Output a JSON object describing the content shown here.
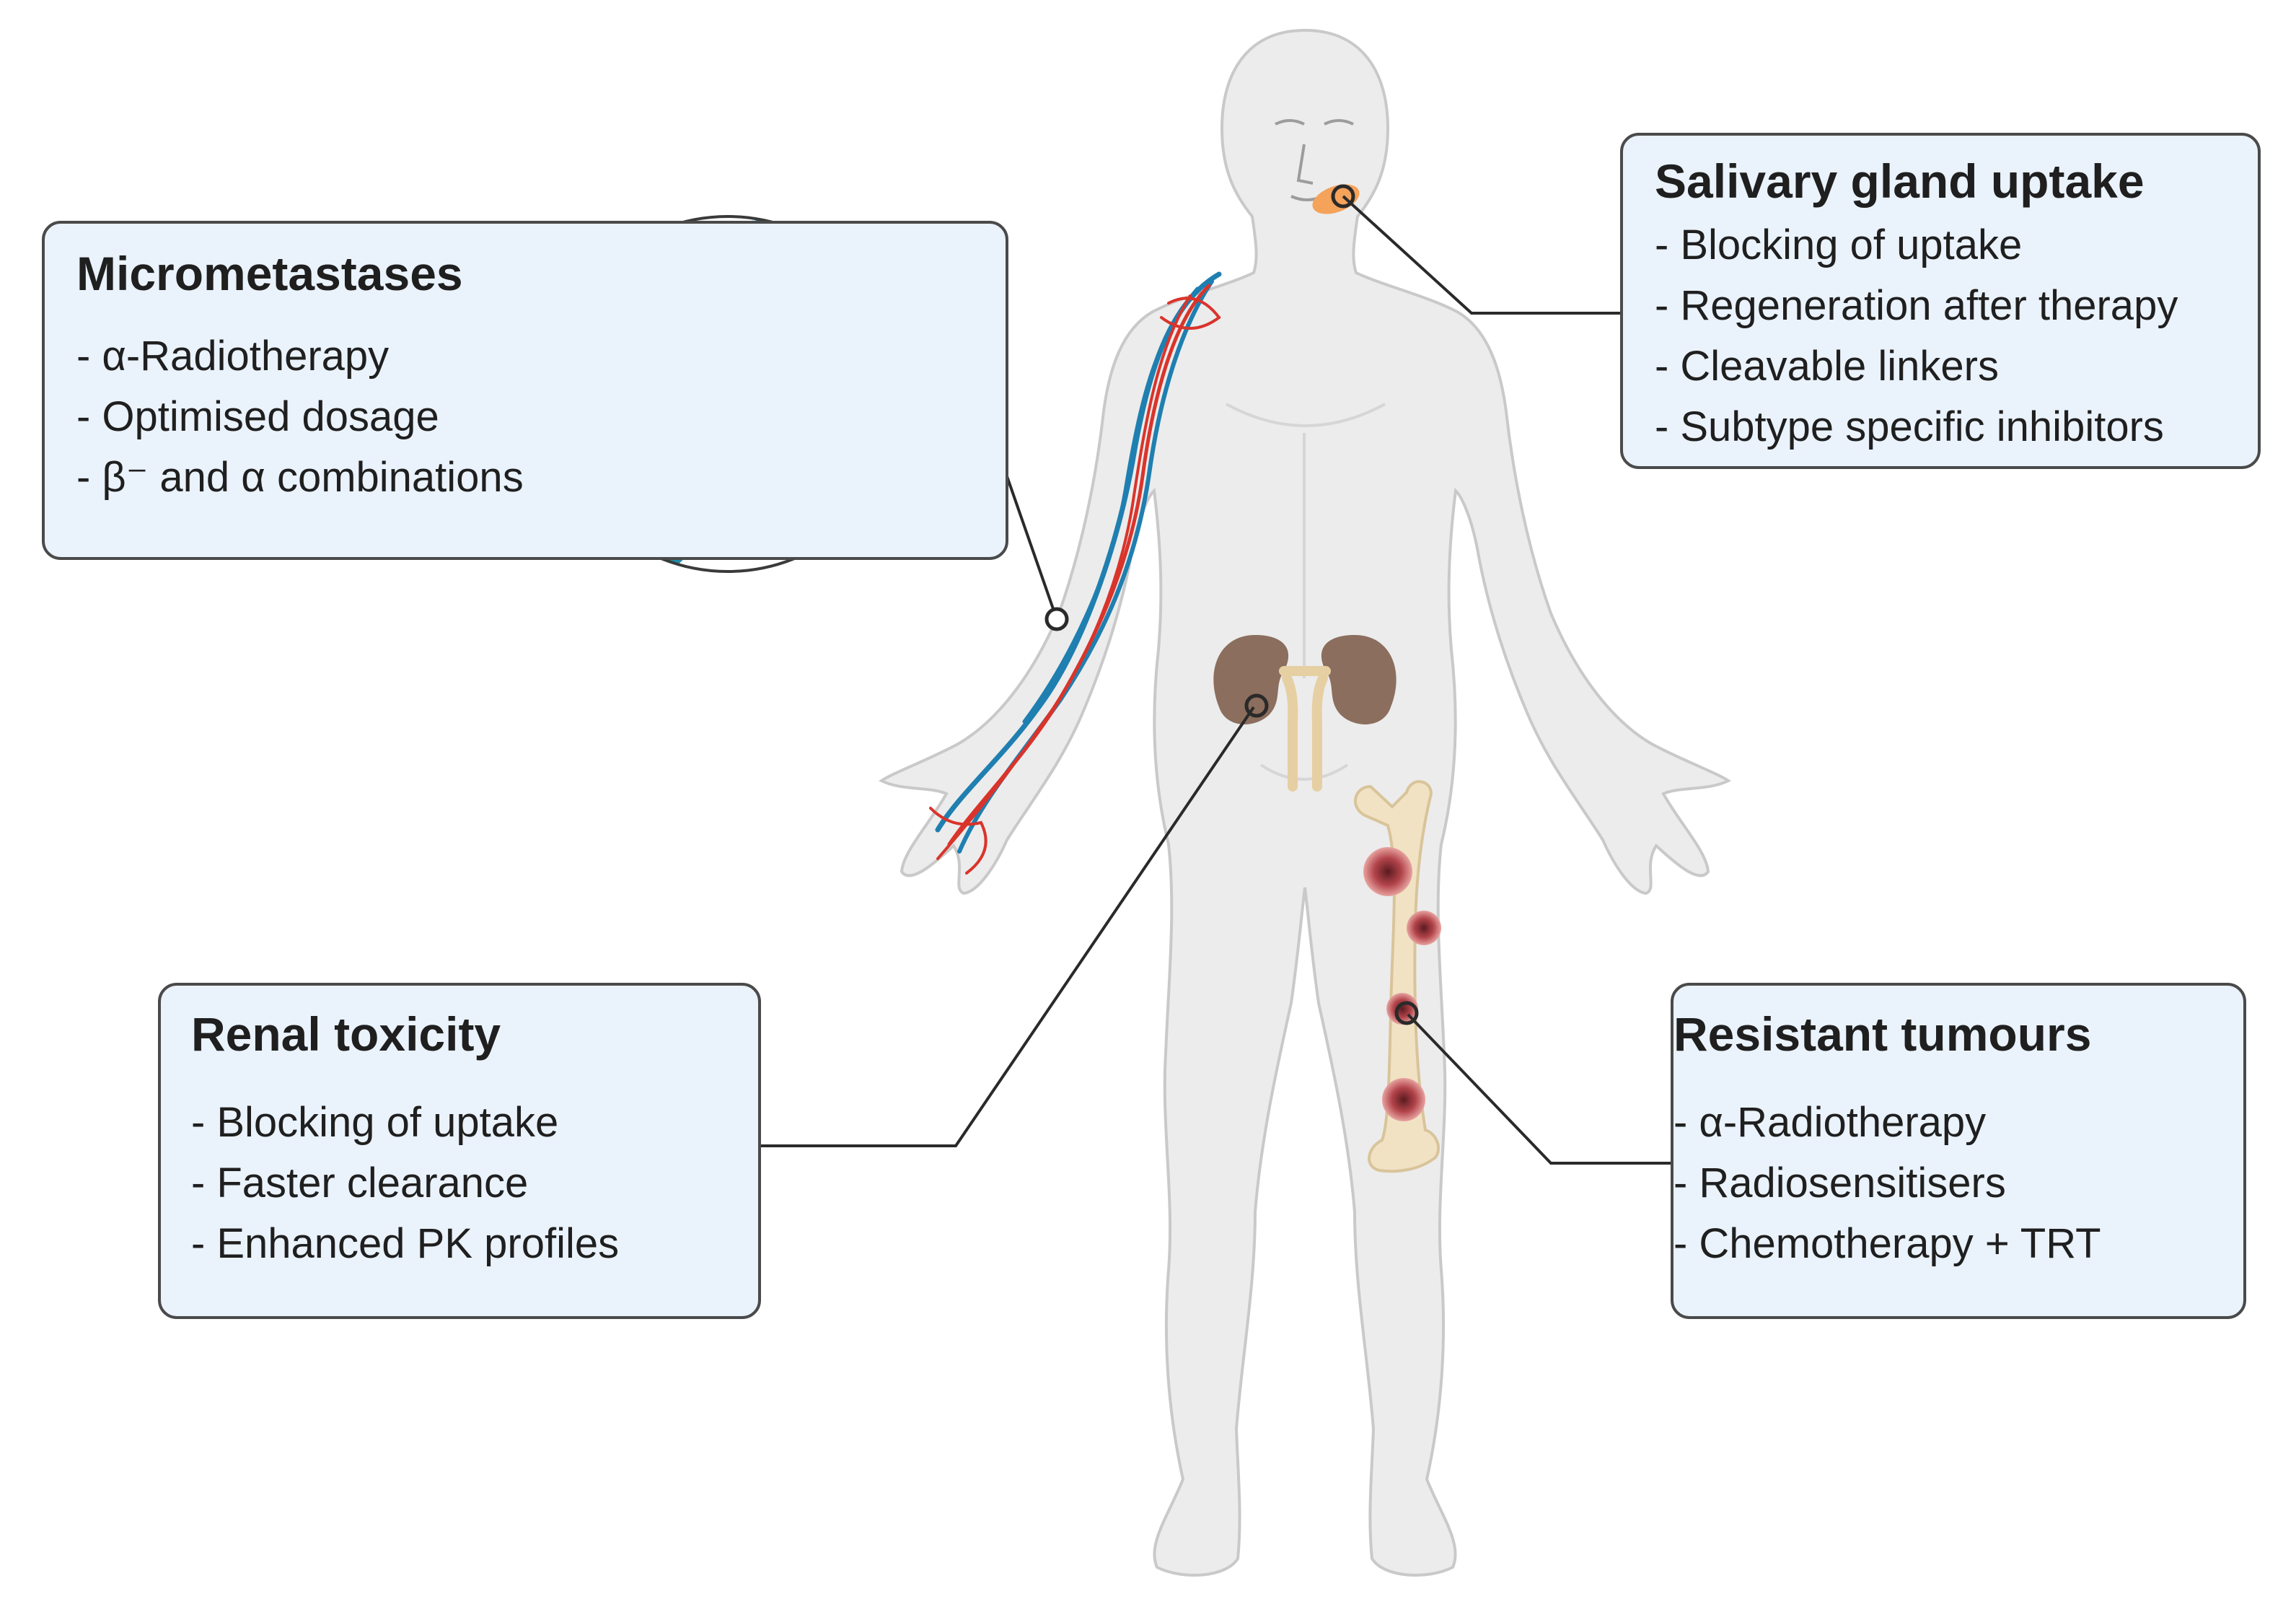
{
  "micrometastases": {
    "title": "Micrometastases",
    "items": [
      "α-Radiotherapy",
      "Optimised dosage",
      "β⁻ and α combinations"
    ]
  },
  "salivary": {
    "title": "Salivary gland uptake",
    "items": [
      "Blocking of uptake",
      "Regeneration after therapy",
      "Cleavable linkers",
      "Subtype specific inhibitors"
    ]
  },
  "renal": {
    "title": "Renal toxicity",
    "items": [
      "Blocking of uptake",
      "Faster clearance",
      "Enhanced PK profiles"
    ]
  },
  "resistant": {
    "title": "Resistant tumours",
    "items": [
      "α-Radiotherapy",
      "Radiosensitisers",
      "Chemotherapy + TRT"
    ]
  },
  "bullet_prefix": "-",
  "colors": {
    "box_fill": "#eaf2fb",
    "box_border": "#4a4a4a",
    "body": "#ececec",
    "artery": "#d9342b",
    "vein": "#1f7fb0",
    "kidney": "#8b6e5e",
    "bone": "#f1e2c4",
    "tumour": "#b2434a",
    "salivary_gland": "#f5a25a"
  }
}
